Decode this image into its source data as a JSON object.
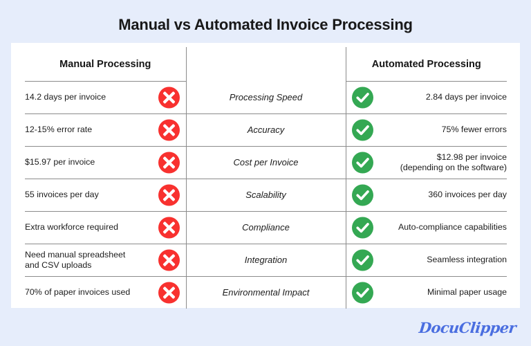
{
  "page": {
    "title": "Manual vs Automated Invoice Processing",
    "background_color": "#e6edfb",
    "card_color": "#ffffff"
  },
  "table": {
    "headers": {
      "left": "Manual Processing",
      "middle": "",
      "right": "Automated Processing"
    },
    "rows": [
      {
        "manual": "14.2 days per invoice",
        "manual_icon": "x-circle-icon",
        "criterion": "Processing Speed",
        "automated_icon": "check-circle-icon",
        "automated": "2.84 days per invoice"
      },
      {
        "manual": "12-15% error rate",
        "manual_icon": "x-circle-icon",
        "criterion": "Accuracy",
        "automated_icon": "check-circle-icon",
        "automated": "75% fewer errors"
      },
      {
        "manual": "$15.97 per invoice",
        "manual_icon": "x-circle-icon",
        "criterion": "Cost per Invoice",
        "automated_icon": "check-circle-icon",
        "automated": "$12.98 per invoice\n(depending on the software)"
      },
      {
        "manual": "55 invoices per day",
        "manual_icon": "x-circle-icon",
        "criterion": "Scalability",
        "automated_icon": "check-circle-icon",
        "automated": "360 invoices per day"
      },
      {
        "manual": "Extra workforce required",
        "manual_icon": "x-circle-icon",
        "criterion": "Compliance",
        "automated_icon": "check-circle-icon",
        "automated": "Auto-compliance capabilities"
      },
      {
        "manual": "Need manual spreadsheet\nand CSV uploads",
        "manual_icon": "x-circle-icon",
        "criterion": "Integration",
        "automated_icon": "check-circle-icon",
        "automated": "Seamless integration"
      },
      {
        "manual": "70% of paper invoices used",
        "manual_icon": "x-circle-icon",
        "criterion": "Environmental Impact",
        "automated_icon": "check-circle-icon",
        "automated": "Minimal paper usage"
      }
    ]
  },
  "branding": {
    "logo_text": "DocuClipper",
    "logo_color": "#4a6ee0"
  },
  "colors": {
    "negative": "#f8312f",
    "positive": "#34a853",
    "text": "#1c1c1c",
    "divider": "#8b8b8b"
  }
}
